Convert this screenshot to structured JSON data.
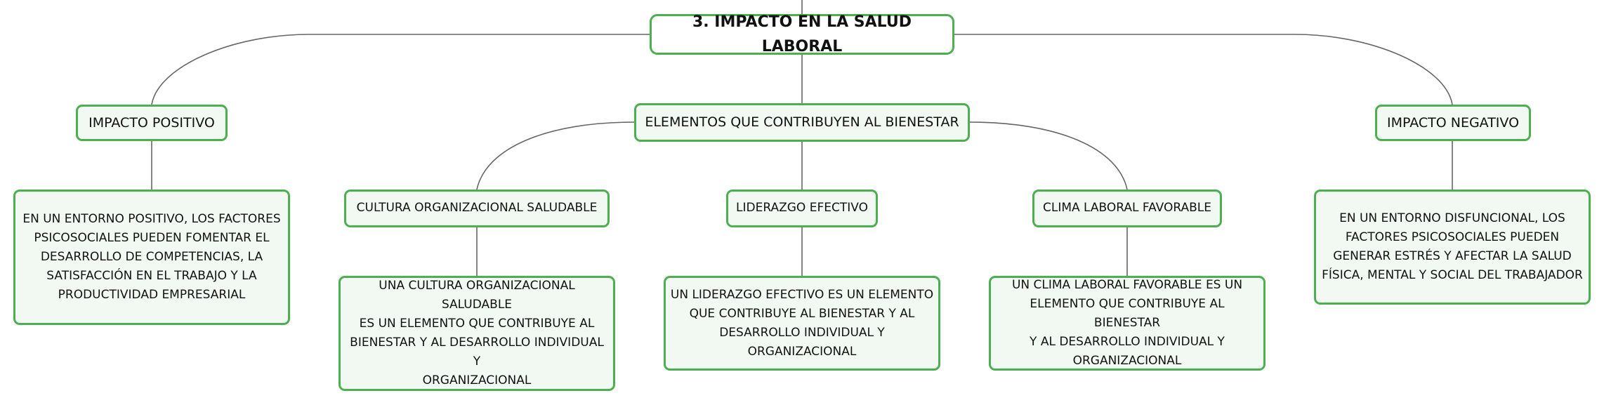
{
  "colors": {
    "border": "#4caf50",
    "fill": "#f2f9f3",
    "line": "#666666",
    "text": "#111111"
  },
  "root": {
    "title": "3. IMPACTO EN LA SALUD LABORAL"
  },
  "branches": {
    "positive": {
      "title": "IMPACTO POSITIVO",
      "desc": [
        "EN UN ENTORNO POSITIVO, LOS FACTORES",
        "PSICOSOCIALES PUEDEN FOMENTAR EL",
        "DESARROLLO DE COMPETENCIAS, LA",
        "SATISFACCIÓN EN EL TRABAJO Y LA",
        "PRODUCTIVIDAD EMPRESARIAL"
      ]
    },
    "elements": {
      "title": "ELEMENTOS QUE CONTRIBUYEN AL BIENESTAR",
      "children": [
        {
          "title": "CULTURA ORGANIZACIONAL SALUDABLE",
          "desc": [
            "UNA CULTURA ORGANIZACIONAL SALUDABLE",
            "ES UN ELEMENTO QUE CONTRIBUYE AL",
            "BIENESTAR Y AL DESARROLLO INDIVIDUAL Y",
            "ORGANIZACIONAL"
          ]
        },
        {
          "title": "LIDERAZGO EFECTIVO",
          "desc": [
            "UN LIDERAZGO EFECTIVO ES UN ELEMENTO",
            "QUE CONTRIBUYE AL BIENESTAR Y AL",
            "DESARROLLO INDIVIDUAL Y",
            "ORGANIZACIONAL"
          ]
        },
        {
          "title": "CLIMA LABORAL FAVORABLE",
          "desc": [
            "UN CLIMA LABORAL FAVORABLE ES UN",
            "ELEMENTO QUE CONTRIBUYE AL BIENESTAR",
            "Y AL DESARROLLO INDIVIDUAL Y",
            "ORGANIZACIONAL"
          ]
        }
      ]
    },
    "negative": {
      "title": "IMPACTO NEGATIVO",
      "desc": [
        "EN UN ENTORNO DISFUNCIONAL, LOS",
        "FACTORES PSICOSOCIALES PUEDEN",
        "GENERAR ESTRÉS Y AFECTAR LA SALUD",
        "FÍSICA, MENTAL Y SOCIAL DEL TRABAJADOR"
      ]
    }
  }
}
